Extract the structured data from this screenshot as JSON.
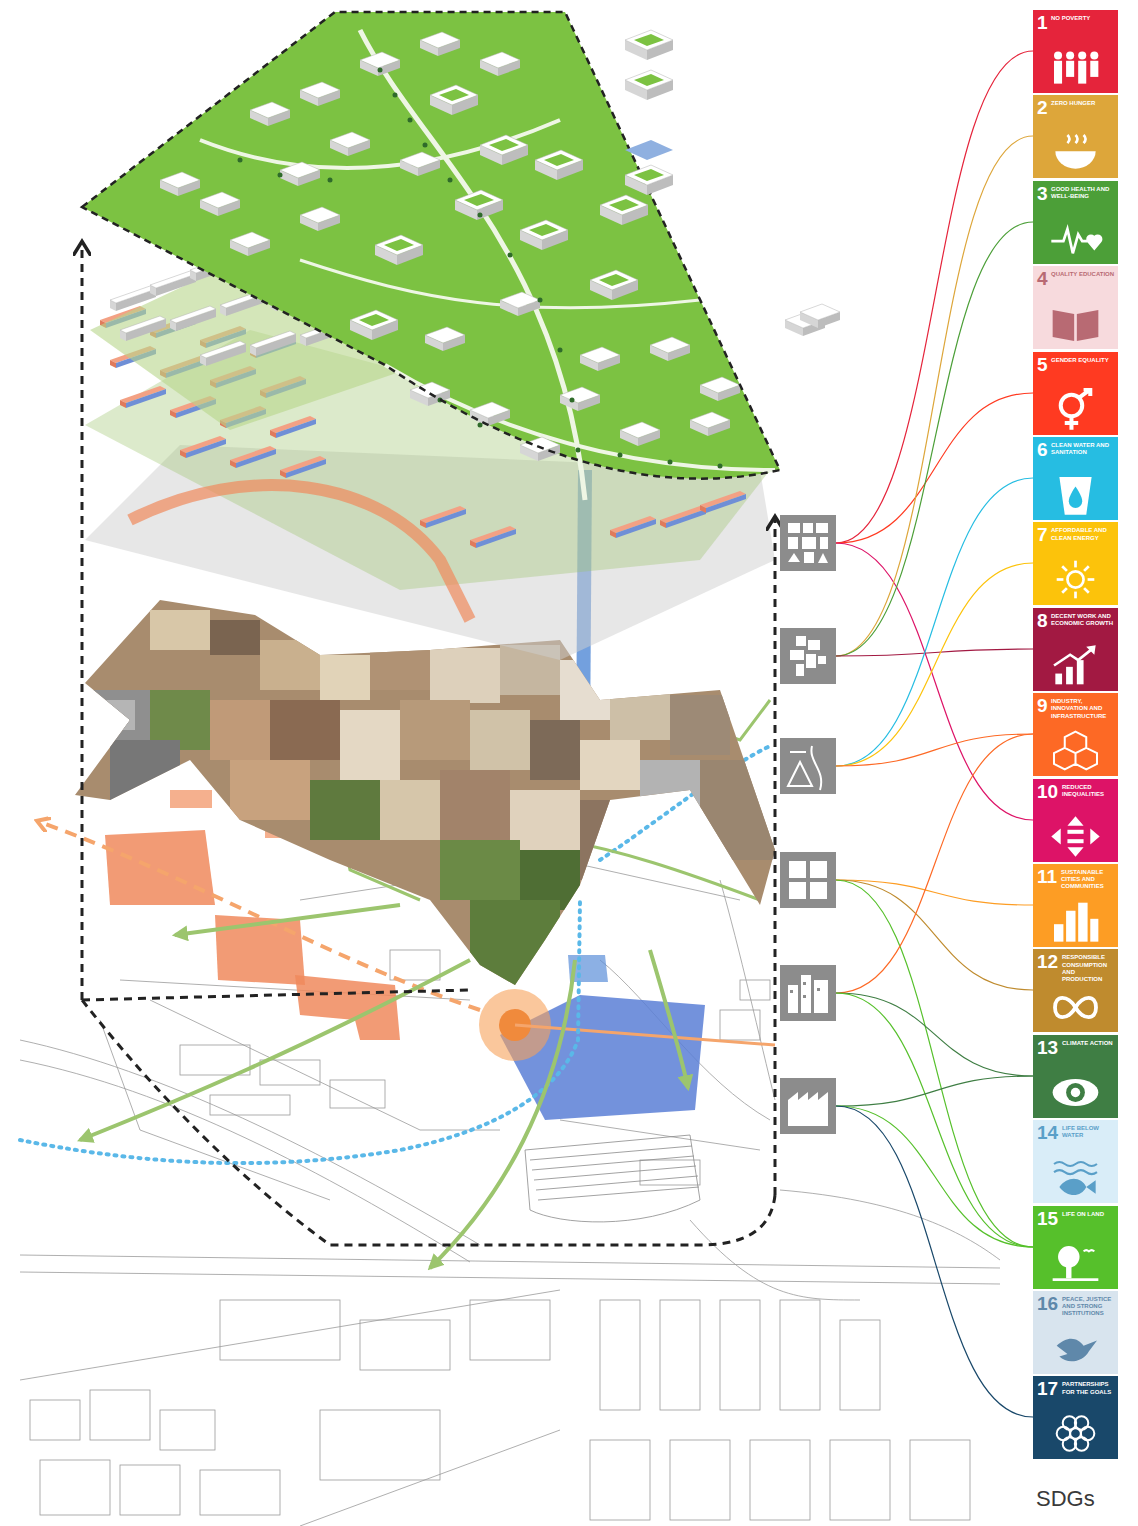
{
  "diagram": {
    "caption": "SDGs",
    "nodes": [
      {
        "text": [
          "1",
          "NO POVERTY"
        ]
      },
      {
        "text": [
          "2",
          "ZERO HUNGER"
        ]
      },
      {
        "text": [
          "3",
          "GOOD HEALTH AND WELL-BEING"
        ]
      },
      {
        "text": [
          "4",
          "QUALITY EDUCATION"
        ]
      },
      {
        "text": [
          "5",
          "GENDER EQUALITY"
        ]
      },
      {
        "text": [
          "6",
          "CLEAN WATER AND SANITATION"
        ]
      },
      {
        "text": [
          "7",
          "AFFORDABLE AND CLEAN ENERGY"
        ]
      },
      {
        "text": [
          "8",
          "DECENT WORK AND ECONOMIC GROWTH"
        ]
      },
      {
        "text": [
          "9",
          "INDUSTRY, INNOVATION AND INFRASTRUCTURE"
        ]
      },
      {
        "text": [
          "10",
          "REDUCED INEQUALITIES"
        ]
      },
      {
        "text": [
          "11",
          "SUSTAINABLE CITIES AND COMMUNITIES"
        ]
      },
      {
        "text": [
          "12",
          "RESPONSIBLE CONSUMPTION AND PRODUCTION"
        ]
      },
      {
        "text": [
          "13",
          "CLIMATE ACTION"
        ]
      },
      {
        "text": [
          "14",
          "LIFE BELOW WATER"
        ]
      },
      {
        "text": [
          "15",
          "LIFE ON LAND"
        ]
      },
      {
        "text": [
          "16",
          "PEACE, JUSTICE AND STRONG INSTITUTIONS"
        ]
      },
      {
        "text": [
          "17",
          "PARTNERSHIPS FOR THE GOALS"
        ]
      }
    ]
  }
}
